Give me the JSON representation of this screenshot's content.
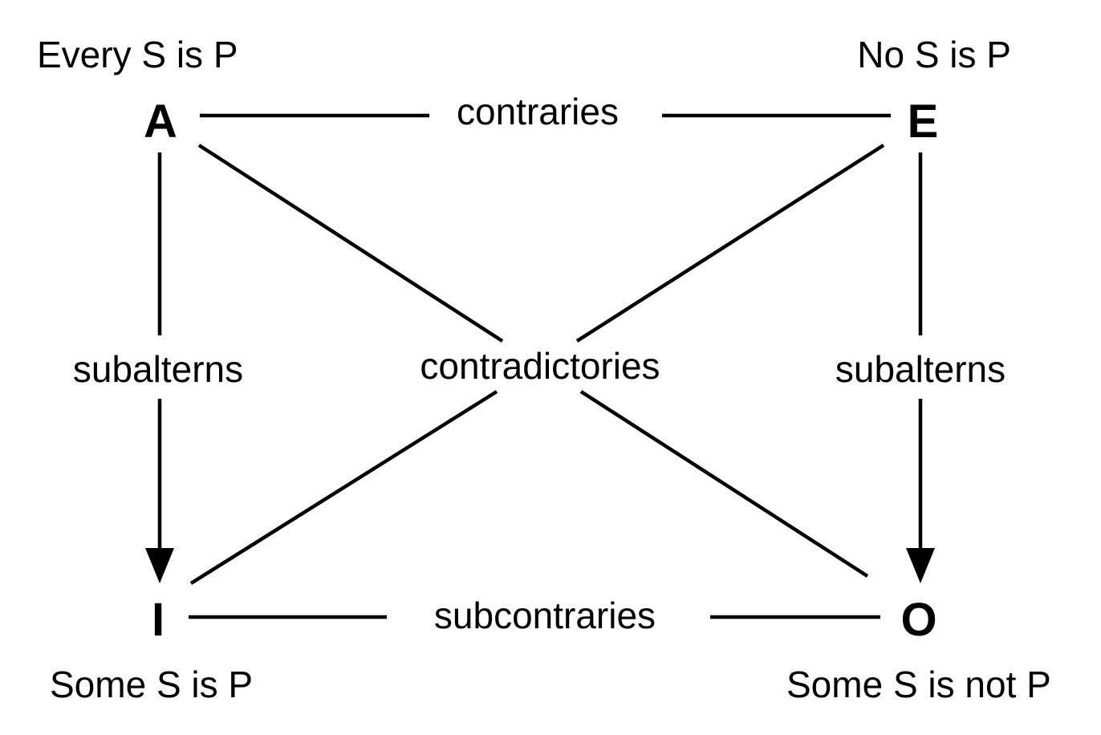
{
  "corners": {
    "a": {
      "letter": "A",
      "proposition": "Every S is P"
    },
    "e": {
      "letter": "E",
      "proposition": "No S is P"
    },
    "i": {
      "letter": "I",
      "proposition": "Some S is P"
    },
    "o": {
      "letter": "O",
      "proposition": "Some S is not P"
    }
  },
  "relations": {
    "top": "contraries",
    "bottom": "subcontraries",
    "left": "subalterns",
    "right": "subalterns",
    "center": "contradictories"
  },
  "colors": {
    "ink": "#000000",
    "background": "#ffffff"
  }
}
